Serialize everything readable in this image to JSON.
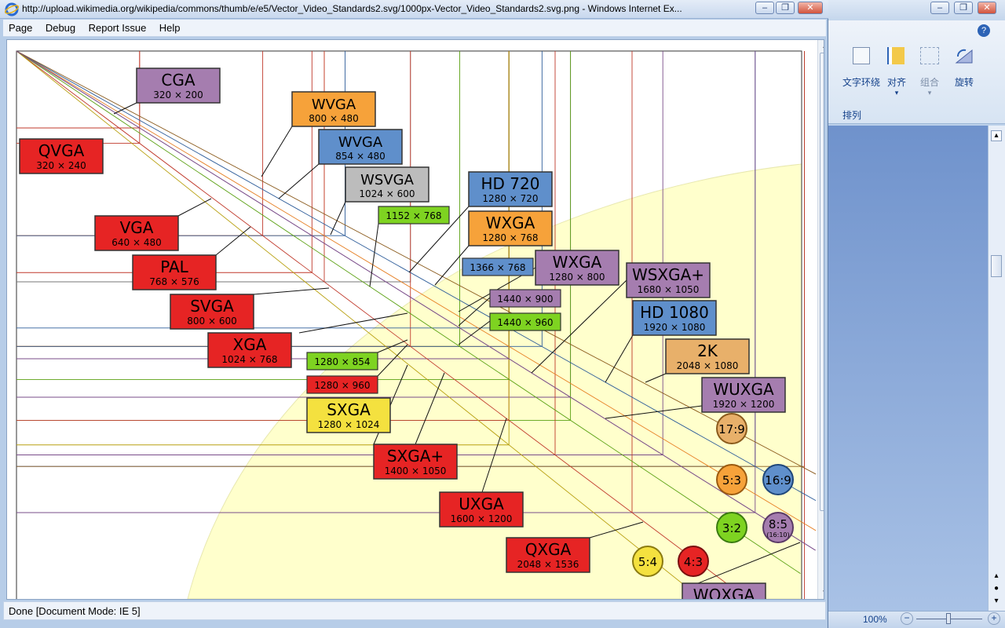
{
  "ie": {
    "title": "http://upload.wikimedia.org/wikipedia/commons/thumb/e/e5/Vector_Video_Standards2.svg/1000px-Vector_Video_Standards2.svg.png - Windows Internet Ex...",
    "menu": [
      "Page",
      "Debug",
      "Report Issue",
      "Help"
    ],
    "status": "Done [Document Mode: IE 5]"
  },
  "office": {
    "groups": [
      {
        "label": "文字环绕"
      },
      {
        "label": "对齐"
      },
      {
        "label": "组合"
      },
      {
        "label": "旋转"
      }
    ],
    "arrange_label": "排列",
    "zoom": "100%"
  },
  "diagram": {
    "standards": [
      {
        "name": "CGA",
        "res": "320 × 200",
        "color": "#a57daf"
      },
      {
        "name": "QVGA",
        "res": "320 × 240",
        "color": "#e62424"
      },
      {
        "name": "WVGA",
        "res": "800 × 480",
        "color": "#f6a23a"
      },
      {
        "name": "WVGA",
        "res": "854 × 480",
        "color": "#5f8fcb"
      },
      {
        "name": "WSVGA",
        "res": "1024 × 600",
        "color": "#bcbcbc"
      },
      {
        "name": "HD 720",
        "res": "1280 × 720",
        "color": "#5f8fcb"
      },
      {
        "name": "VGA",
        "res": "640 × 480",
        "color": "#e62424"
      },
      {
        "name": "WXGA",
        "res": "1280 × 768",
        "color": "#f6a23a"
      },
      {
        "name": "PAL",
        "res": "768 × 576",
        "color": "#e62424"
      },
      {
        "name": "WXGA",
        "res": "1280 × 800",
        "color": "#a57daf"
      },
      {
        "name": "WSXGA+",
        "res": "1680 × 1050",
        "color": "#a57daf"
      },
      {
        "name": "SVGA",
        "res": "800 × 600",
        "color": "#e62424"
      },
      {
        "name": "HD 1080",
        "res": "1920 × 1080",
        "color": "#5f8fcb"
      },
      {
        "name": "XGA",
        "res": "1024 × 768",
        "color": "#e62424"
      },
      {
        "name": "2K",
        "res": "2048 × 1080",
        "color": "#e8b06a"
      },
      {
        "name": "WUXGA",
        "res": "1920 × 1200",
        "color": "#a57daf"
      },
      {
        "name": "SXGA",
        "res": "1280 × 1024",
        "color": "#f4e13f"
      },
      {
        "name": "SXGA+",
        "res": "1400 × 1050",
        "color": "#e62424"
      },
      {
        "name": "UXGA",
        "res": "1600 × 1200",
        "color": "#e62424"
      },
      {
        "name": "QXGA",
        "res": "2048 × 1536",
        "color": "#e62424"
      },
      {
        "name": "WQXGA",
        "res": "",
        "color": "#a57daf"
      }
    ],
    "small": [
      {
        "res": "1152 × 768",
        "color": "#7ed321"
      },
      {
        "res": "1366 × 768",
        "color": "#5f8fcb"
      },
      {
        "res": "1440 × 900",
        "color": "#a57daf"
      },
      {
        "res": "1440 × 960",
        "color": "#7ed321"
      },
      {
        "res": "1280 × 854",
        "color": "#7ed321"
      },
      {
        "res": "1280 × 960",
        "color": "#e62424"
      }
    ],
    "ratios": [
      {
        "label": "17:9",
        "color": "#e8b06a",
        "stroke": "#8a5a1c"
      },
      {
        "label": "5:3",
        "color": "#f6a23a",
        "stroke": "#9a5a10"
      },
      {
        "label": "16:9",
        "color": "#5f8fcb",
        "stroke": "#1f477a"
      },
      {
        "label": "3:2",
        "color": "#7ed321",
        "stroke": "#3a7a10"
      },
      {
        "label": "8:5",
        "sub": "(16:10)",
        "color": "#a57daf",
        "stroke": "#5a3a66"
      },
      {
        "label": "5:4",
        "color": "#f4e13f",
        "stroke": "#8a7a10"
      },
      {
        "label": "4:3",
        "color": "#e62424",
        "stroke": "#7a1010"
      }
    ]
  }
}
